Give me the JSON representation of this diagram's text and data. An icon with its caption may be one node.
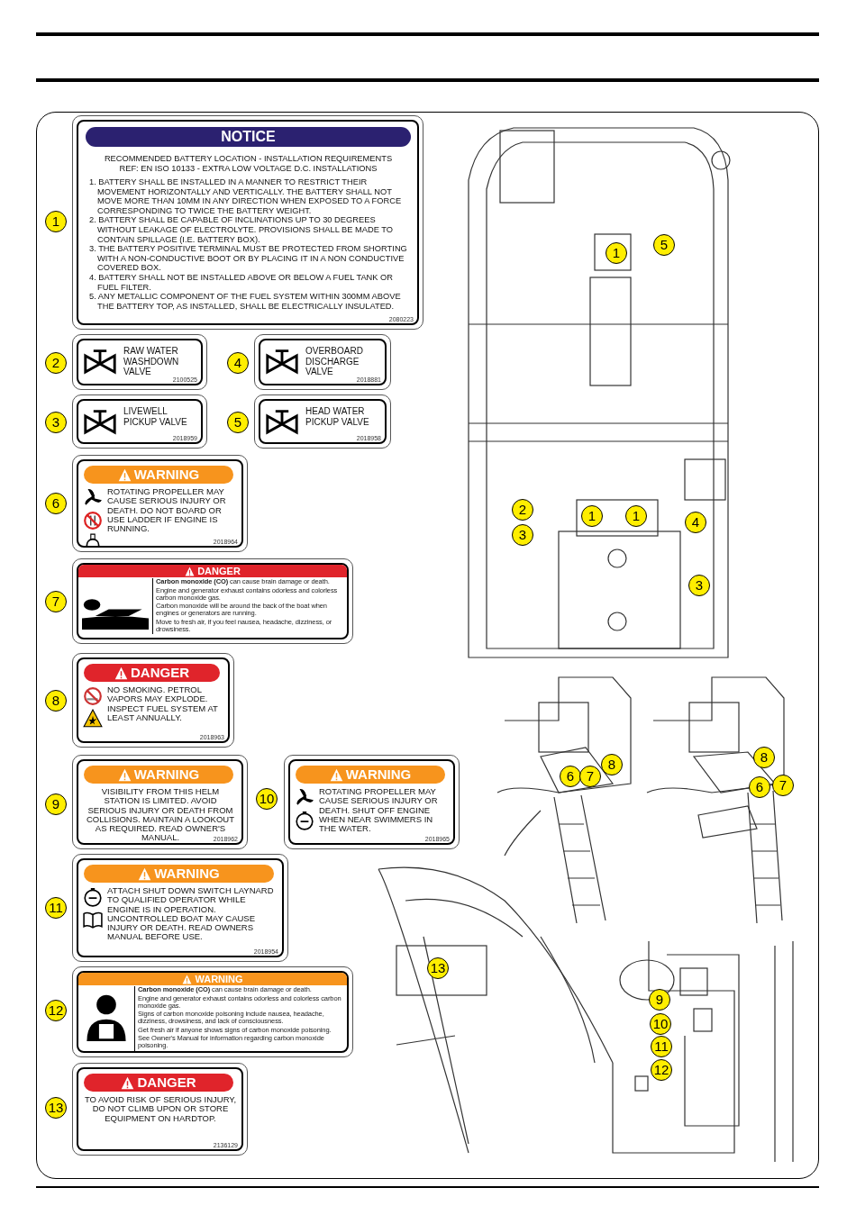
{
  "diagram": {
    "nodes": [
      {
        "text": [
          "NOTICE",
          "RECOMMENDED BATTERY LOCATION - INSTALLATION REQUIREMENTS REF: EN ISO 10133 - EXTRA LOW VOLTAGE D.C. INSTALLATIONS",
          "1. BATTERY SHALL BE INSTALLED IN A MANNER TO RESTRICT THEIR MOVEMENT HORIZONTALLY AND VERTICALLY.  THE BATTERY SHALL NOT MOVE MORE THAN 10MM IN ANY DIRECTION WHEN EXPOSED TO A FORCE CORRESPONDING TO TWICE THE BATTERY WEIGHT.",
          "2. BATTERY SHALL BE CAPABLE OF INCLINATIONS UP TO 30 DEGREES WITHOUT LEAKAGE OF ELECTROLYTE.  PROVISIONS SHALL BE MADE TO CONTAIN SPILLAGE (I.E. BATTERY BOX).",
          "3. THE BATTERY POSITIVE TERMINAL MUST BE PROTECTED FROM SHORTING WITH A NON-CONDUCTIVE BOOT OR BY PLACING IT IN A NON CONDUCTIVE COVERED BOX.",
          "4. BATTERY SHALL NOT BE INSTALLED ABOVE OR BELOW A FUEL TANK OR FUEL FILTER.",
          "5. ANY METALLIC COMPONENT OF THE FUEL SYSTEM WITHIN 300MM ABOVE THE BATTERY TOP, AS INSTALLED, SHALL BE ELECTRICALLY INSULATED.",
          "2080223"
        ],
        "beside": [
          "1"
        ]
      },
      {
        "text": [
          "RAW WATER WASHDOWN VALVE",
          "2100525"
        ],
        "beside": [
          "2"
        ]
      },
      {
        "text": [
          "LIVEWELL PICKUP VALVE",
          "2018959"
        ],
        "beside": [
          "3"
        ]
      },
      {
        "text": [
          "OVERBOARD DISCHARGE VALVE",
          "2018881"
        ],
        "beside": [
          "4"
        ]
      },
      {
        "text": [
          "HEAD WATER PICKUP VALVE",
          "2018958"
        ],
        "beside": [
          "5"
        ]
      },
      {
        "text": [
          "WARNING",
          "ROTATING PROPELLER MAY CAUSE SERIOUS INJURY OR DEATH. DO NOT BOARD OR USE LADDER IF ENGINE IS RUNNING.",
          "2018964"
        ],
        "beside": [
          "6"
        ]
      },
      {
        "text": [
          "DANGER",
          "**Carbon monoxide (CO)** can cause brain damage or death.",
          "Engine and generator exhaust contains odorless and colorless carbon monoxide gas.",
          "Carbon monoxide will be around the back of the boat when engines or generators are running.",
          "Move to fresh air, if you feel nausea, headache, dizziness, or drowsiness."
        ],
        "beside": [
          "7"
        ]
      },
      {
        "text": [
          "DANGER",
          "NO SMOKING. PETROL VAPORS MAY EXPLODE. INSPECT FUEL SYSTEM AT LEAST ANNUALLY.",
          "2018963"
        ],
        "beside": [
          "8"
        ]
      },
      {
        "text": [
          "WARNING",
          "VISIBILITY FROM THIS HELM STATION IS LIMITED. AVOID SERIOUS INJURY OR DEATH FROM COLLISIONS. MAINTAIN A LOOKOUT AS REQUIRED. READ OWNER'S MANUAL.",
          "2018962"
        ],
        "beside": [
          "9"
        ]
      },
      {
        "text": [
          "WARNING",
          "ROTATING PROPELLER MAY CAUSE SERIOUS INJURY OR DEATH. SHUT OFF ENGINE WHEN NEAR SWIMMERS IN THE WATER.",
          "2018965"
        ],
        "beside": [
          "10"
        ]
      },
      {
        "text": [
          "WARNING",
          "ATTACH SHUT DOWN SWITCH LAYNARD TO QUALIFIED OPERATOR WHILE ENGINE IS IN OPERATION. UNCONTROLLED BOAT MAY CAUSE INJURY OR DEATH.  READ OWNERS MANUAL BEFORE USE.",
          "2018954"
        ],
        "beside": [
          "11"
        ]
      },
      {
        "text": [
          "WARNING",
          "**Carbon monoxide (CO)** can cause brain damage or death.",
          "Engine and generator exhaust contains odorless and colorless carbon monoxide gas.",
          "Signs of carbon monoxide poisoning include nausea, headache, dizziness, drowsiness, and lack of consciousness.",
          "Get fresh air if anyone shows signs of carbon monoxide poisoning.",
          "See Owner's Manual for information regarding carbon monoxide poisoning."
        ],
        "beside": [
          "12"
        ]
      },
      {
        "text": [
          "DANGER",
          "TO AVOID RISK OF SERIOUS INJURY, DO NOT CLIMB UPON OR STORE EQUIPMENT ON HARDTOP.",
          "2136129"
        ],
        "beside": [
          "13"
        ]
      }
    ],
    "edges": [],
    "labels": [
      "1",
      "5",
      "2",
      "3",
      "1",
      "1",
      "4",
      "3",
      "8",
      "6",
      "7",
      "8",
      "6",
      "7",
      "13",
      "9",
      "10",
      "11",
      "12"
    ]
  }
}
